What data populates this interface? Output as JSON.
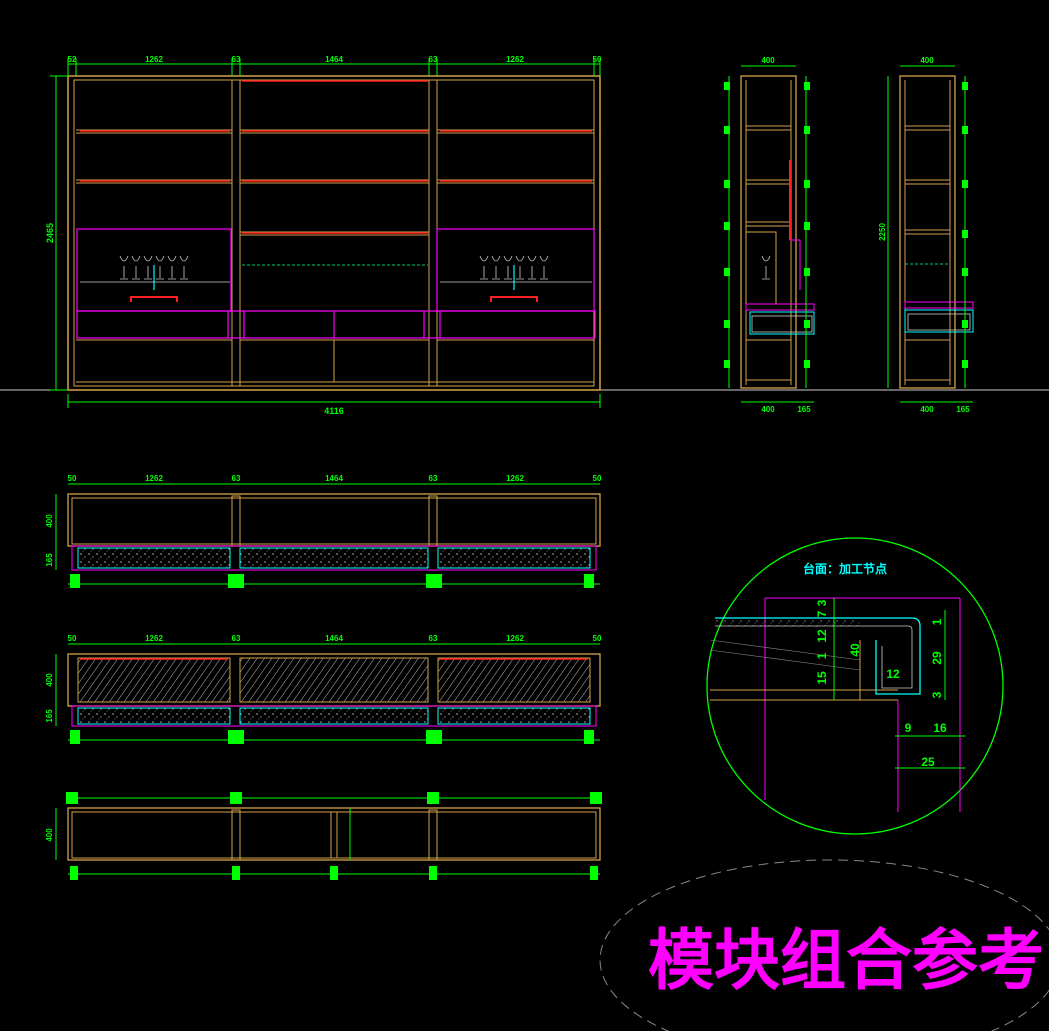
{
  "colors": {
    "background": "#000000",
    "cabinet_frame": "#d4a24a",
    "dimension": "#00ff00",
    "shelf_accent": "#ff2020",
    "glass_panel": "#ff00ff",
    "detail": "#00ffff",
    "white_line": "#cccccc",
    "stamp": "#ff00ff"
  },
  "front_elevation": {
    "top_dims": [
      "52",
      "1262",
      "63",
      "1464",
      "63",
      "1262",
      "50"
    ],
    "height_dim": "2465",
    "total_width": "4116"
  },
  "side_view_1": {
    "top_dim": "400",
    "bottom_dims": [
      "400",
      "165"
    ]
  },
  "side_view_2": {
    "top_dim": "400",
    "left_dim": "2250",
    "bottom_dims": [
      "400",
      "165"
    ]
  },
  "plan_view_1": {
    "top_dims": [
      "50",
      "1262",
      "63",
      "1464",
      "63",
      "1262",
      "50"
    ],
    "left_dims": [
      "400",
      "165"
    ]
  },
  "plan_view_2": {
    "top_dims": [
      "50",
      "1262",
      "63",
      "1464",
      "63",
      "1262",
      "50"
    ],
    "left_dims": [
      "400",
      "165"
    ]
  },
  "plan_view_3": {
    "left_dim": "400"
  },
  "detail_circle": {
    "title": "台面：加工节点",
    "dims": [
      "3",
      "7",
      "12",
      "1",
      "15",
      "40",
      "12",
      "29",
      "3",
      "1",
      "9",
      "16",
      "25"
    ]
  },
  "stamp_text": "模块组合参考"
}
